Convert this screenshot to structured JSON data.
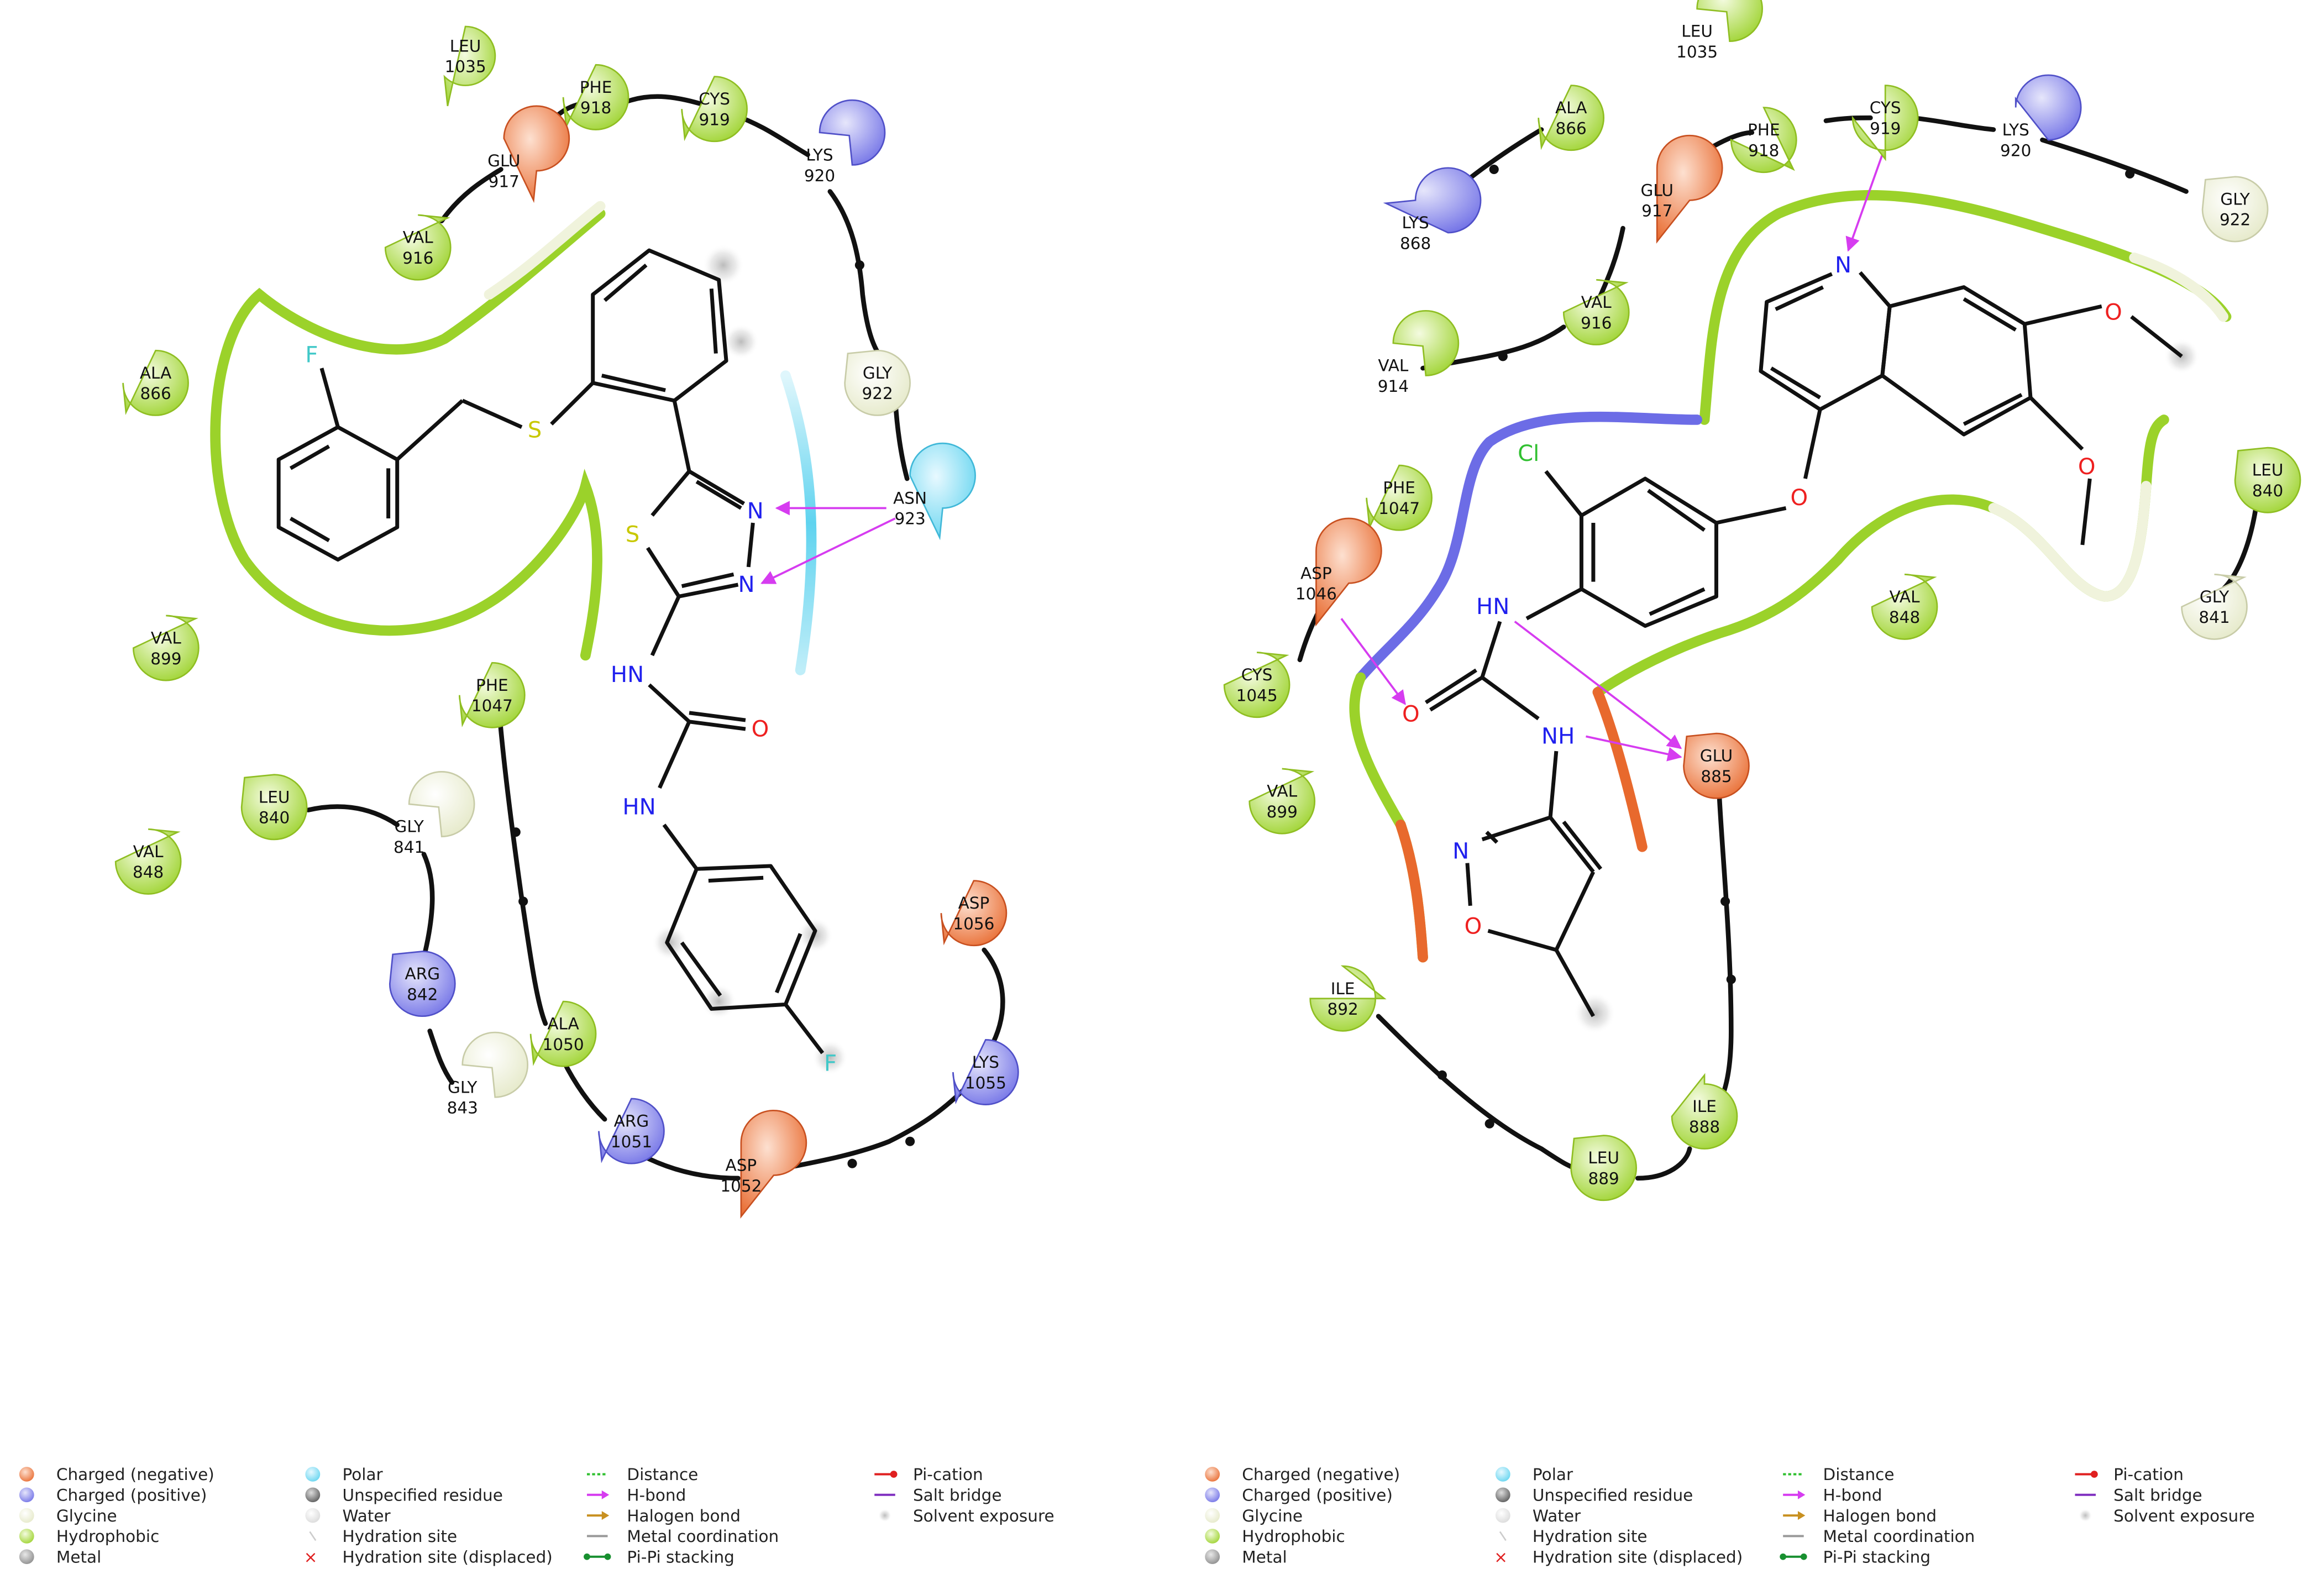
{
  "panels": [
    {
      "id": "left",
      "residues": [
        {
          "name": "LEU",
          "num": "1035",
          "type": "hydrophobic"
        },
        {
          "name": "PHE",
          "num": "918",
          "type": "hydrophobic"
        },
        {
          "name": "CYS",
          "num": "919",
          "type": "hydrophobic"
        },
        {
          "name": "GLU",
          "num": "917",
          "type": "negative"
        },
        {
          "name": "LYS",
          "num": "920",
          "type": "positive"
        },
        {
          "name": "VAL",
          "num": "916",
          "type": "hydrophobic"
        },
        {
          "name": "ALA",
          "num": "866",
          "type": "hydrophobic"
        },
        {
          "name": "GLY",
          "num": "922",
          "type": "glycine"
        },
        {
          "name": "ASN",
          "num": "923",
          "type": "polar"
        },
        {
          "name": "VAL",
          "num": "899",
          "type": "hydrophobic"
        },
        {
          "name": "PHE",
          "num": "1047",
          "type": "hydrophobic"
        },
        {
          "name": "LEU",
          "num": "840",
          "type": "hydrophobic"
        },
        {
          "name": "GLY",
          "num": "841",
          "type": "glycine"
        },
        {
          "name": "VAL",
          "num": "848",
          "type": "hydrophobic"
        },
        {
          "name": "ARG",
          "num": "842",
          "type": "positive"
        },
        {
          "name": "ALA",
          "num": "1050",
          "type": "hydrophobic"
        },
        {
          "name": "GLY",
          "num": "843",
          "type": "glycine"
        },
        {
          "name": "ARG",
          "num": "1051",
          "type": "positive"
        },
        {
          "name": "ASP",
          "num": "1052",
          "type": "negative"
        },
        {
          "name": "ASP",
          "num": "1056",
          "type": "negative"
        },
        {
          "name": "LYS",
          "num": "1055",
          "type": "positive"
        }
      ],
      "atoms": [
        "F",
        "S",
        "S",
        "N",
        "N",
        "HN",
        "O",
        "HN",
        "F"
      ]
    },
    {
      "id": "right",
      "residues": [
        {
          "name": "LEU",
          "num": "1035",
          "type": "hydrophobic"
        },
        {
          "name": "ALA",
          "num": "866",
          "type": "hydrophobic"
        },
        {
          "name": "PHE",
          "num": "918",
          "type": "hydrophobic"
        },
        {
          "name": "CYS",
          "num": "919",
          "type": "hydrophobic"
        },
        {
          "name": "LYS",
          "num": "920",
          "type": "positive"
        },
        {
          "name": "GLY",
          "num": "922",
          "type": "glycine"
        },
        {
          "name": "LYS",
          "num": "868",
          "type": "positive"
        },
        {
          "name": "GLU",
          "num": "917",
          "type": "negative"
        },
        {
          "name": "VAL",
          "num": "916",
          "type": "hydrophobic"
        },
        {
          "name": "VAL",
          "num": "914",
          "type": "hydrophobic"
        },
        {
          "name": "LEU",
          "num": "840",
          "type": "hydrophobic"
        },
        {
          "name": "PHE",
          "num": "1047",
          "type": "hydrophobic"
        },
        {
          "name": "ASP",
          "num": "1046",
          "type": "negative"
        },
        {
          "name": "GLY",
          "num": "841",
          "type": "glycine"
        },
        {
          "name": "VAL",
          "num": "848",
          "type": "hydrophobic"
        },
        {
          "name": "CYS",
          "num": "1045",
          "type": "hydrophobic"
        },
        {
          "name": "GLU",
          "num": "885",
          "type": "negative"
        },
        {
          "name": "VAL",
          "num": "899",
          "type": "hydrophobic"
        },
        {
          "name": "ILE",
          "num": "892",
          "type": "hydrophobic"
        },
        {
          "name": "ILE",
          "num": "888",
          "type": "hydrophobic"
        },
        {
          "name": "LEU",
          "num": "889",
          "type": "hydrophobic"
        }
      ],
      "atoms": [
        "N",
        "O",
        "O",
        "Cl",
        "O",
        "HN",
        "O",
        "NH",
        "N",
        "O"
      ]
    }
  ],
  "colors": {
    "hydrophobic": "#9bd22a",
    "negative": "#e8692d",
    "positive": "#7070e8",
    "polar": "#5fd3ef",
    "glycine": "#eef0d6",
    "backbone": "#111111",
    "hbond": "#d63cf0",
    "nitrogen": "#2020ee",
    "oxygen": "#ee2020",
    "sulfur": "#c8c800",
    "fluorine": "#40c8c8",
    "chlorine": "#30c030"
  },
  "legend": {
    "col1": [
      "Charged (negative)",
      "Charged (positive)",
      "Glycine",
      "Hydrophobic",
      "Metal"
    ],
    "col2": [
      "Polar",
      "Unspecified residue",
      "Water",
      "Hydration site",
      "Hydration site (displaced)"
    ],
    "col3": [
      "Distance",
      "H-bond",
      "Halogen bond",
      "Metal coordination",
      "Pi-Pi stacking"
    ],
    "col4": [
      "Pi-cation",
      "Salt bridge",
      "Solvent exposure"
    ]
  }
}
